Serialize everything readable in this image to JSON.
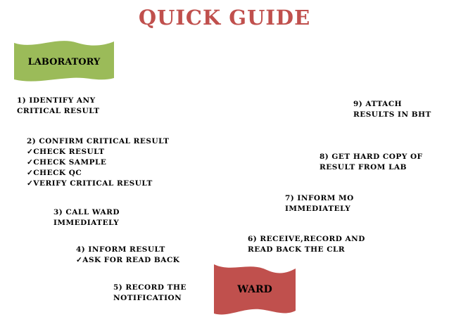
{
  "title": "QUICK GUIDE",
  "banners": {
    "laboratory": "LABORATORY",
    "ward": "WARD"
  },
  "colors": {
    "title": "#c0504d",
    "laboratory_banner": "#9bbb59",
    "ward_banner": "#c0504d"
  },
  "steps": [
    {
      "lines": [
        "1) IDENTIFY ANY",
        "CRITICAL RESULT"
      ]
    },
    {
      "lines": [
        "2) CONFIRM CRITICAL RESULT",
        "✓CHECK RESULT",
        "✓CHECK SAMPLE",
        "✓CHECK QC",
        "✓VERIFY CRITICAL RESULT"
      ]
    },
    {
      "lines": [
        "3) CALL WARD",
        "IMMEDIATELY"
      ]
    },
    {
      "lines": [
        "4) INFORM RESULT",
        "✓ASK FOR READ BACK"
      ]
    },
    {
      "lines": [
        "5) RECORD THE",
        "NOTIFICATION"
      ]
    },
    {
      "lines": [
        "6) RECEIVE,RECORD AND",
        "READ BACK THE CLR"
      ]
    },
    {
      "lines": [
        "7) INFORM MO",
        "IMMEDIATELY"
      ]
    },
    {
      "lines": [
        "8) GET HARD COPY OF",
        "RESULT FROM LAB"
      ]
    },
    {
      "lines": [
        "9) ATTACH",
        "RESULTS IN BHT"
      ]
    }
  ]
}
